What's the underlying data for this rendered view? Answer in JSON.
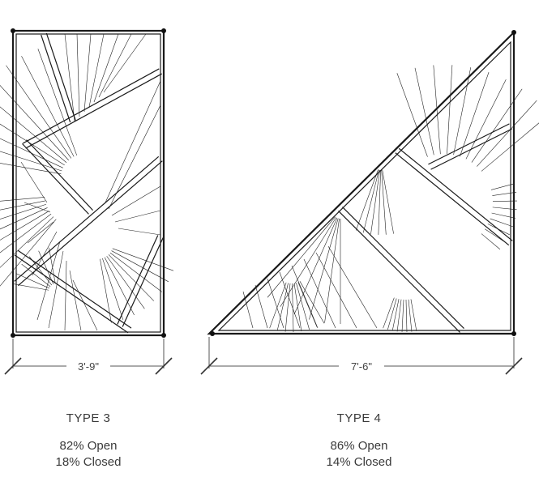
{
  "panels": [
    {
      "type_label": "TYPE 3",
      "dimension": "3'-9\"",
      "open_percent": "82% Open",
      "closed_percent": "18% Closed"
    },
    {
      "type_label": "TYPE 4",
      "dimension": "7'-6\"",
      "open_percent": "86% Open",
      "closed_percent": "14% Closed"
    }
  ],
  "colors": {
    "line": "#1a1a1a",
    "text": "#3a3a3a"
  }
}
